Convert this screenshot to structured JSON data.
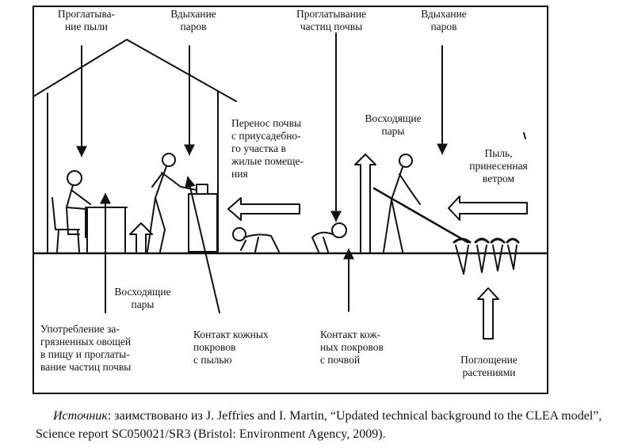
{
  "labels": {
    "swallow_dust": "Проглатыва-\nние пыли",
    "inhale_vapor_1": "Вдыхание\nпаров",
    "swallow_soil": "Проглатывание\nчастиц почвы",
    "inhale_vapor_2": "Вдыхание\nпаров",
    "soil_transfer": "Перенос почвы\nс приусадебно-\nго участка в\nжилые помеще-\nния",
    "rising_vapor_right": "Восходящие\nпары",
    "wind_dust": "Пыль,\nпринесенная\nветром",
    "rising_vapor_left": "Восходящие\nпары",
    "eat_vegetables": "Употребление за-\nгрязненных овощей\nв пищу и проглаты-\nвание частиц почвы",
    "skin_dust": "Контакт кожных\nпокровов\nс пылью",
    "skin_soil": "Контакт кож-\nных покровов\nс почвой",
    "plant_uptake": "Поглощение\nрастениями"
  },
  "source": {
    "prefix": "Источник",
    "text": ": заимствовано из J. Jeffries and I. Martin, “Updated technical background to the CLEA model”, Science report SC050021/SR3 (Bristol: Environment Agency, 2009)."
  }
}
